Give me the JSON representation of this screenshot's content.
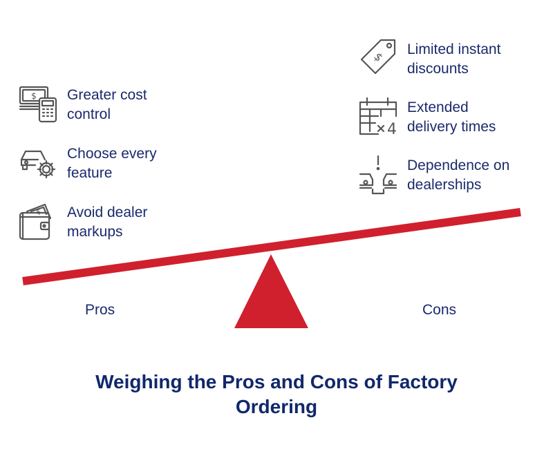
{
  "pros": {
    "label": "Pros",
    "items": [
      {
        "icon": "money-calculator-icon",
        "text": "Greater cost\ncontrol"
      },
      {
        "icon": "car-gear-icon",
        "text": "Choose every\nfeature"
      },
      {
        "icon": "wallet-icon",
        "text": "Avoid dealer\nmarkups"
      }
    ]
  },
  "cons": {
    "label": "Cons",
    "items": [
      {
        "icon": "price-tag-icon",
        "text": "Limited instant\ndiscounts"
      },
      {
        "icon": "calendar-multiply-icon",
        "text": "Extended\ndelivery times"
      },
      {
        "icon": "cars-alert-icon",
        "text": "Dependence on\ndealerships"
      }
    ]
  },
  "title": "Weighing the Pros and Cons of Factory\nOrdering",
  "colors": {
    "accent": "#d0202e",
    "text": "#1a2a6c",
    "icon_stroke": "#555555"
  }
}
